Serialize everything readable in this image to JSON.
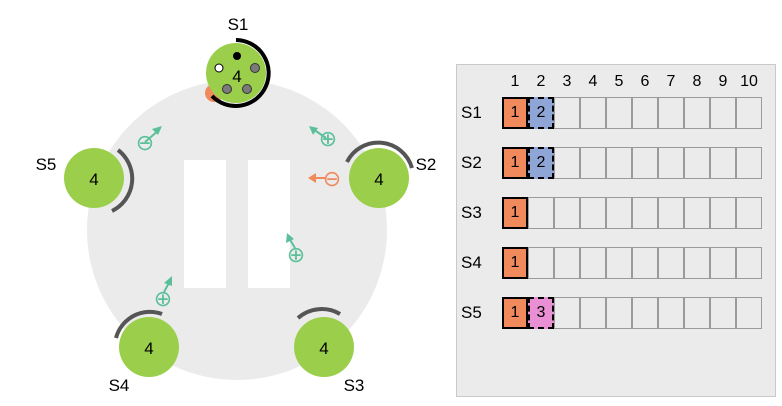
{
  "servers": [
    {
      "id": "S1",
      "term": "4",
      "color": "#9bcf4b"
    },
    {
      "id": "S2",
      "term": "4",
      "color": "#9bcf4b"
    },
    {
      "id": "S3",
      "term": "4",
      "color": "#9bcf4b"
    },
    {
      "id": "S4",
      "term": "4",
      "color": "#9bcf4b"
    },
    {
      "id": "S5",
      "term": "4",
      "color": "#9bcf4b"
    }
  ],
  "messages": [
    {
      "symbol": "⊖",
      "color": "#5bbf9a",
      "direction": "from-S5"
    },
    {
      "symbol": "⊕",
      "color": "#5bbf9a",
      "direction": "to-S1"
    },
    {
      "symbol": "⊖",
      "color": "#f08a5d",
      "direction": "to-S2"
    },
    {
      "symbol": "⊕",
      "color": "#5bbf9a",
      "direction": "from-S3"
    },
    {
      "symbol": "⊕",
      "color": "#5bbf9a",
      "direction": "from-S4"
    }
  ],
  "log": {
    "columns": [
      "1",
      "2",
      "3",
      "4",
      "5",
      "6",
      "7",
      "8",
      "9",
      "10"
    ],
    "rows": [
      {
        "label": "S1",
        "entries": [
          {
            "term": "1",
            "color": "#f08a5d",
            "committed": true
          },
          {
            "term": "2",
            "color": "#8ea5d6",
            "committed": false
          }
        ]
      },
      {
        "label": "S2",
        "entries": [
          {
            "term": "1",
            "color": "#f08a5d",
            "committed": true
          },
          {
            "term": "2",
            "color": "#8ea5d6",
            "committed": false
          }
        ]
      },
      {
        "label": "S3",
        "entries": [
          {
            "term": "1",
            "color": "#f08a5d",
            "committed": true
          }
        ]
      },
      {
        "label": "S4",
        "entries": [
          {
            "term": "1",
            "color": "#f08a5d",
            "committed": true
          }
        ]
      },
      {
        "label": "S5",
        "entries": [
          {
            "term": "1",
            "color": "#f08a5d",
            "committed": true
          },
          {
            "term": "3",
            "color": "#e98fd3",
            "committed": false
          }
        ]
      }
    ]
  },
  "colors": {
    "ring": "#ebebeb",
    "arc": "#555555",
    "leader_arc": "#000000",
    "empty_cell": "#ebebeb"
  }
}
